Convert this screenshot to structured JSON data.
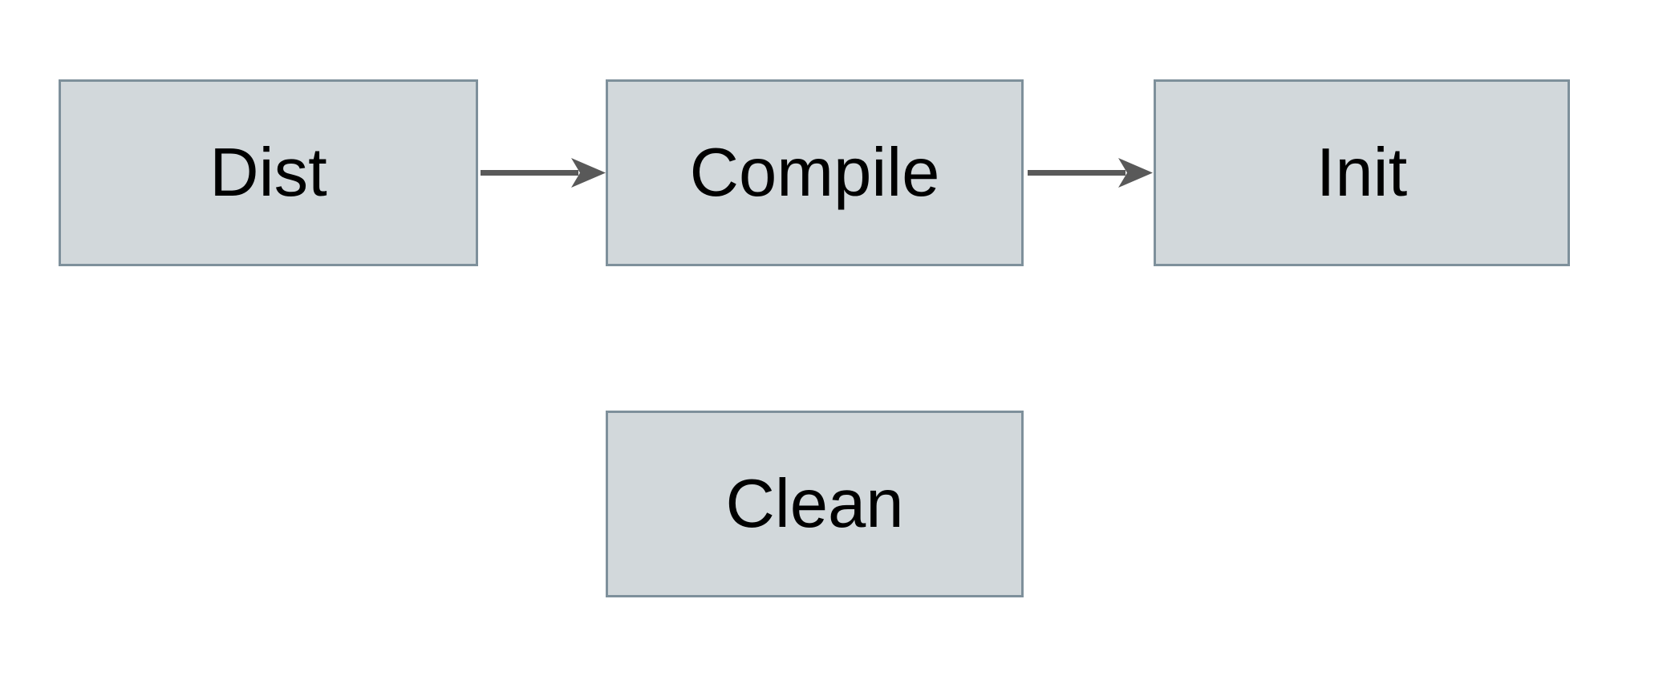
{
  "diagram": {
    "type": "flowchart",
    "nodes": [
      {
        "id": "dist",
        "label": "Dist"
      },
      {
        "id": "compile",
        "label": "Compile"
      },
      {
        "id": "init",
        "label": "Init"
      },
      {
        "id": "clean",
        "label": "Clean"
      }
    ],
    "edges": [
      {
        "from": "Dist",
        "to": "Compile",
        "style": "solid-arrow"
      },
      {
        "from": "Compile",
        "to": "Init",
        "style": "solid-arrow"
      }
    ],
    "colors": {
      "background": "#ffffff",
      "node_fill": "#d2d8db",
      "node_border": "#7e909b",
      "arrow": "#595959",
      "text": "#000000"
    }
  }
}
